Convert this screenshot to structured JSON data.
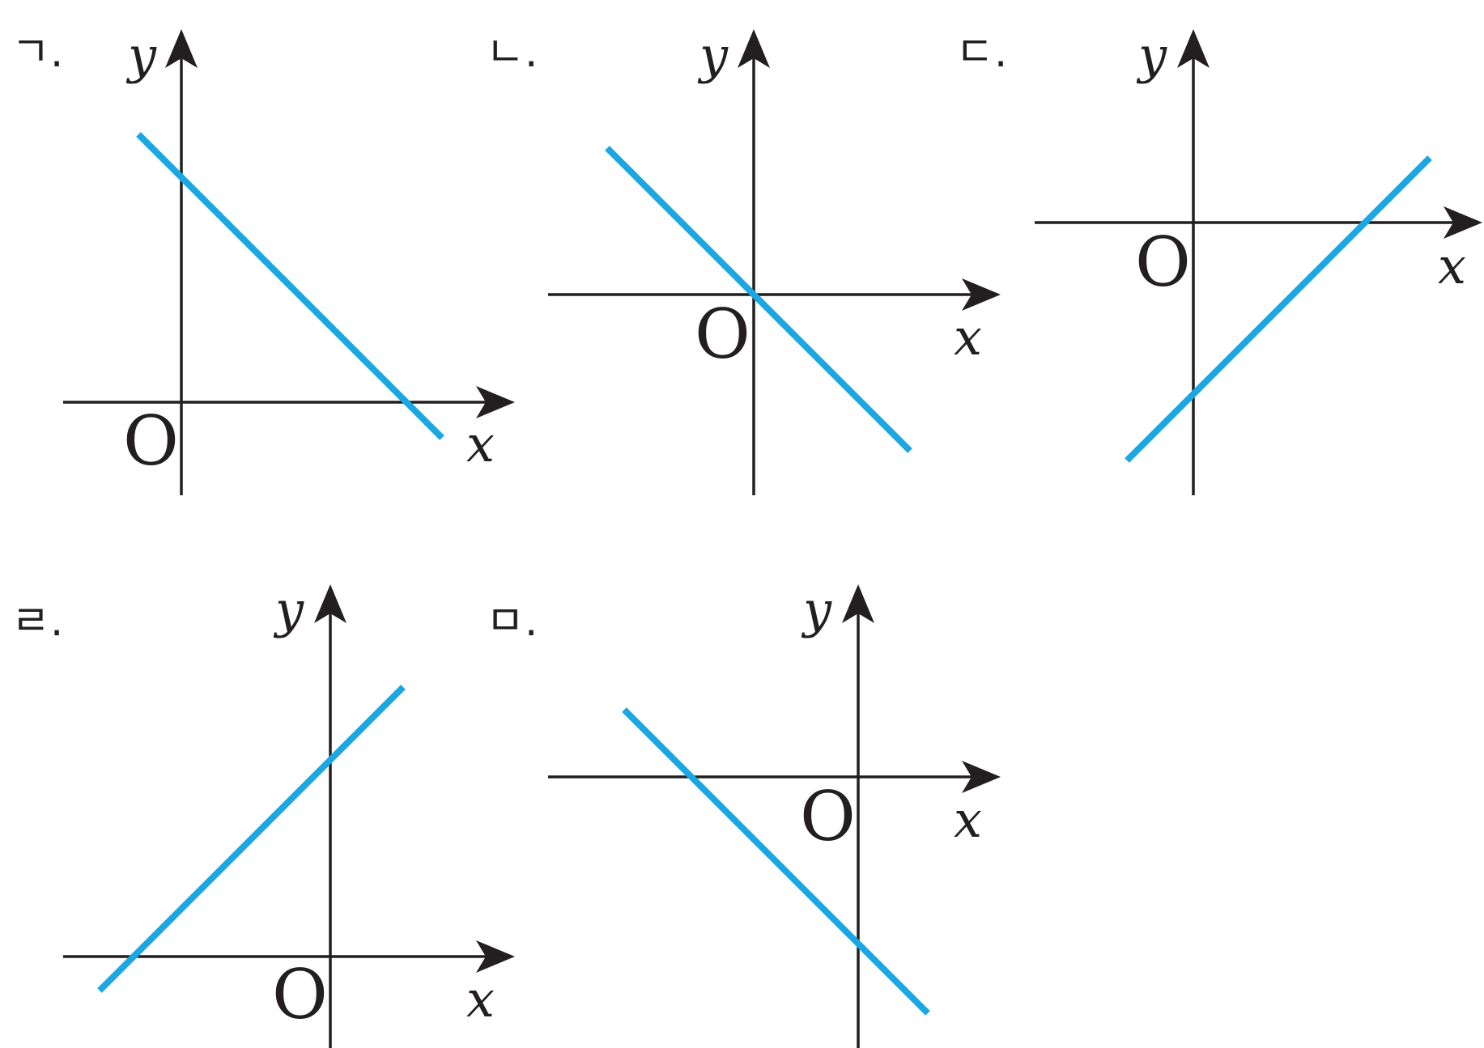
{
  "colors": {
    "line": "#1ba7e1",
    "axis": "#231f20"
  },
  "labels": {
    "x": "x",
    "y": "y",
    "origin": "O"
  },
  "panels": [
    {
      "label": "ㄱ.",
      "slope": "negative"
    },
    {
      "label": "ㄴ.",
      "slope": "negative"
    },
    {
      "label": "ㄷ.",
      "slope": "positive"
    },
    {
      "label": "ㄹ.",
      "slope": "positive"
    },
    {
      "label": "ㅁ.",
      "slope": "negative"
    }
  ]
}
